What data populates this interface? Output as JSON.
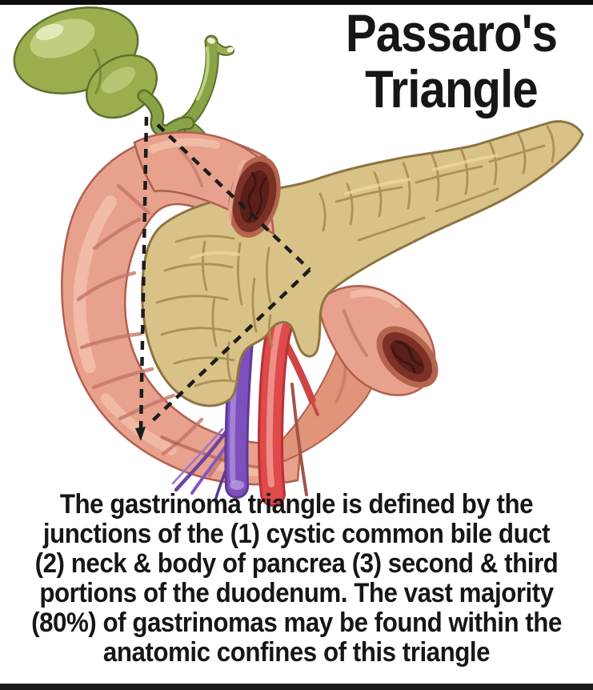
{
  "title": {
    "line1": "Passaro's",
    "line2": "Triangle",
    "color": "#161616"
  },
  "caption": {
    "color": "#161616",
    "lines": [
      "The gastrinoma triangle is defined by the",
      "junctions of the (1) cystic common bile duct",
      "(2) neck & body of pancrea (3) second & third",
      "portions of the duodenum. The vast majority",
      "(80%) of gastrinomas may be found within the",
      "anatomic confines of this triangle"
    ]
  },
  "frame": {
    "background": "#ffffff",
    "top_bar_color": "#0d0d0d",
    "bottom_bar_color": "#1a1a1a"
  },
  "illustration": {
    "parts": [
      {
        "name": "gallbladder",
        "color": "#9aae4e"
      },
      {
        "name": "cystic-and-common-bile-duct",
        "color": "#8ba347"
      },
      {
        "name": "duodenum-c-loop",
        "color": "#e8a18c"
      },
      {
        "name": "duodenum-cut-lumen",
        "color": "#7c3028"
      },
      {
        "name": "pancreas",
        "color": "#d9c287"
      },
      {
        "name": "superior-mesenteric-vein",
        "color": "#7e50bd"
      },
      {
        "name": "superior-mesenteric-artery",
        "color": "#df4a4a"
      },
      {
        "name": "gastrinoma-triangle-outline",
        "color": "#1c1c1c"
      }
    ]
  }
}
